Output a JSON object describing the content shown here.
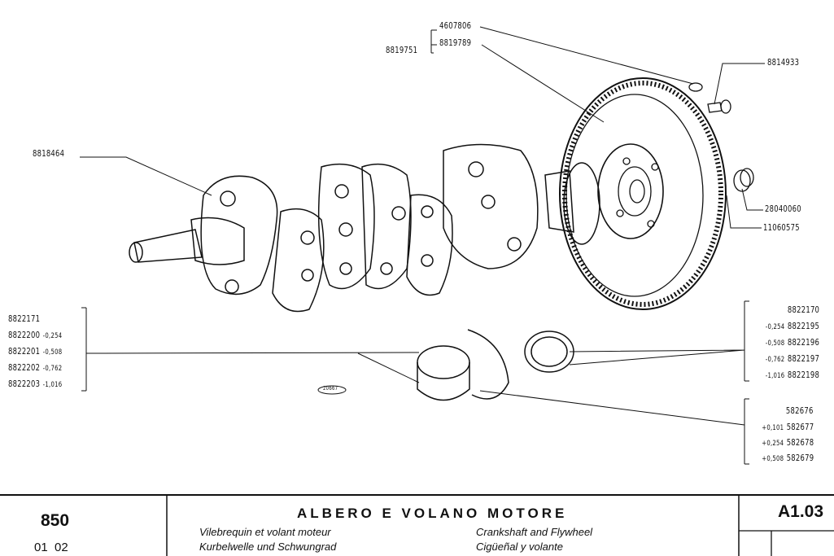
{
  "callouts": {
    "p4607806": "4607806",
    "p8819789": "8819789",
    "p8819751": "8819751",
    "p8814933": "8814933",
    "p8818464": "8818464",
    "p28040060": "28040060",
    "p11060575": "11060575",
    "drawing_no": "20667"
  },
  "main_bearings": [
    {
      "part": "8822171",
      "undersize": ""
    },
    {
      "part": "8822200",
      "undersize": "-0,254"
    },
    {
      "part": "8822201",
      "undersize": "-0,508"
    },
    {
      "part": "8822202",
      "undersize": "-0,762"
    },
    {
      "part": "8822203",
      "undersize": "-1,016"
    }
  ],
  "rod_bearings": [
    {
      "part": "8822170",
      "undersize": ""
    },
    {
      "part": "8822195",
      "undersize": "-0,254"
    },
    {
      "part": "8822196",
      "undersize": "-0,508"
    },
    {
      "part": "8822197",
      "undersize": "-0,762"
    },
    {
      "part": "8822198",
      "undersize": "-1,016"
    }
  ],
  "thrust_bearings": [
    {
      "part": "582676",
      "oversize": ""
    },
    {
      "part": "582677",
      "oversize": "+0,101"
    },
    {
      "part": "582678",
      "oversize": "+0,254"
    },
    {
      "part": "582679",
      "oversize": "+0,508"
    }
  ],
  "footer": {
    "model": "850",
    "years": "01  02",
    "title": "ALBERO E VOLANO MOTORE",
    "fr": "Vilebrequin et volant moteur",
    "de": "Kurbelwelle und Schwungrad",
    "en": "Crankshaft and Flywheel",
    "es": "Cigüeñal y volante",
    "page_code": "A1.03"
  }
}
